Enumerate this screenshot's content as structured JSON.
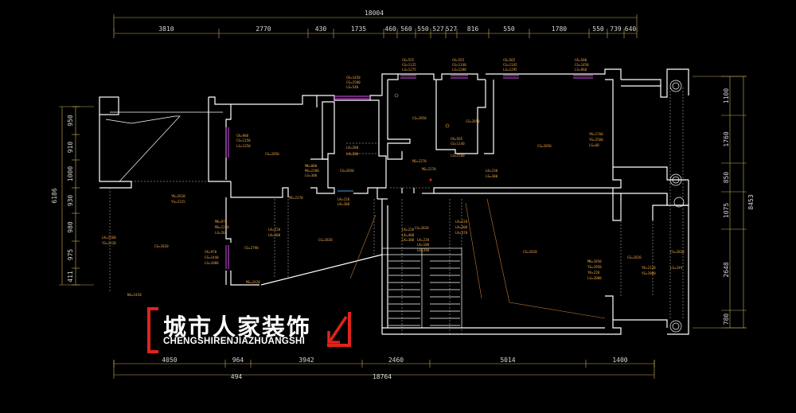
{
  "logo": {
    "chinese": "城市人家装饰",
    "pinyin": "CHENGSHIRENJIAZHUANGSHI",
    "accent_color": "#e0241b"
  },
  "dimensions": {
    "top_total": "18004",
    "top_segments": [
      "3810",
      "2770",
      "430",
      "1735",
      "460",
      "560",
      "550",
      "527",
      "527",
      "816",
      "550",
      "1780",
      "550",
      "739",
      "640"
    ],
    "bottom_segments": [
      "4050",
      "964",
      "3942",
      "2460",
      "5014",
      "1400"
    ],
    "bottom_left": "494",
    "bottom_total": "18764",
    "left_total": "6186",
    "left_segments": [
      "950",
      "910",
      "1000",
      "930",
      "980",
      "975",
      "411"
    ],
    "right_total": "8453",
    "right_segments": [
      "1100",
      "1760",
      "850",
      "1075",
      "2648",
      "780"
    ]
  },
  "annotations": [
    "CG=2850",
    "YK=2610",
    "YG=2315",
    "CK=980",
    "CG=1150",
    "LG=1250",
    "CK=1450",
    "CG=2500",
    "LG=540",
    "CK=555",
    "CG=1125",
    "LG=1275",
    "CK=555",
    "CG=1140",
    "LG=1280",
    "CK=565",
    "CG=1145",
    "LG=1295",
    "CK=580",
    "CG=1450",
    "LG=960",
    "CG=2850",
    "CG=2850",
    "CG=2850",
    "MK=800",
    "MG=2200",
    "LG=300",
    "CG=2850",
    "LK=280",
    "LK=280",
    "MG=2270",
    "MG=2270",
    "LK=230",
    "LG=300",
    "YK=1760",
    "YG=2560",
    "LG=60",
    "CK=565",
    "CG=1140",
    "LG=2500",
    "LK=220",
    "LK=300",
    "MG=2270",
    "MK=975",
    "MG=2250",
    "LG=20",
    "LK=220",
    "LK=300",
    "CG=2790",
    "CK=970",
    "CG=1440",
    "LG=1000",
    "MG=2420",
    "LK=2160",
    "YG=2120",
    "CG=2820",
    "NG=2420",
    "CG=2820",
    "LK=220",
    "LK=400",
    "LK=300",
    "CG=2820",
    "LK=220",
    "LK=100",
    "LK=390",
    "LK=220",
    "LK=300",
    "LK=370",
    "CG=2820",
    "MK=2850",
    "YG=2950",
    "YK=220",
    "LG=2000",
    "CG=2820",
    "YK=2120",
    "YG=2000",
    "CG=2820",
    "LG=249"
  ]
}
